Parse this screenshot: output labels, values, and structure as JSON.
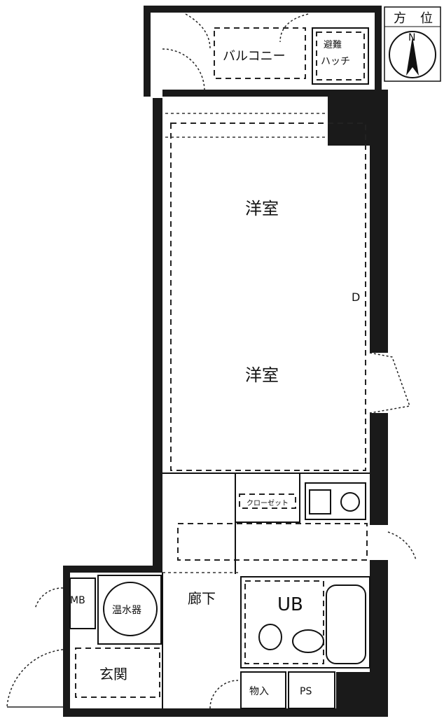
{
  "compass": {
    "label_a": "方",
    "label_b": "位",
    "north": "N"
  },
  "rooms": {
    "balcony": "バルコニー",
    "hatch": "避難\nハッチ",
    "western_room_1": "洋室",
    "western_room_2": "洋室",
    "hallway": "廊下",
    "unit_bath": "UB",
    "water_heater": "温水器",
    "entrance": "玄関",
    "meter_box": "MB",
    "storage": "物入",
    "pipe_space": "PS",
    "closet": "クローゼット",
    "window_mark": "D"
  }
}
